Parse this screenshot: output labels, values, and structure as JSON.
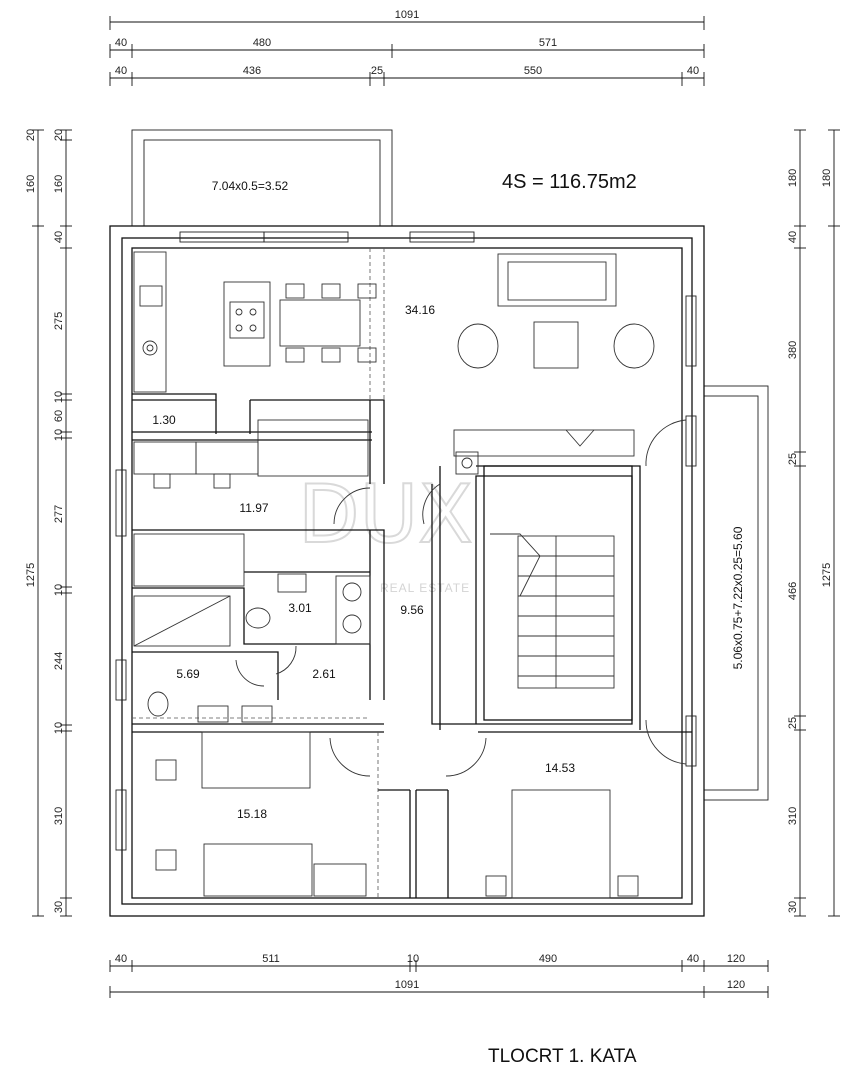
{
  "title": "TLOCRT 1. KATA",
  "total_area": "4S = 116.75m2",
  "watermark": {
    "logo": "DUX",
    "tagline": "REAL ESTATE"
  },
  "balcony_top": "7.04x0.5=3.52",
  "balcony_right": "5.06x0.75+7.22x0.25=5.60",
  "rooms": {
    "living": "34.16",
    "wc_small": "1.30",
    "room_middle": "11.97",
    "bathroom": "3.01",
    "hall": "9.56",
    "laundry": "5.69",
    "closet": "2.61",
    "bedroom_left": "15.18",
    "bedroom_right": "14.53"
  },
  "dims_top": {
    "overall": "1091",
    "row2": [
      "40",
      "480",
      "571"
    ],
    "row3": [
      "40",
      "436",
      "25",
      "550",
      "40"
    ]
  },
  "dims_left": {
    "outer": [
      "160",
      "1275"
    ],
    "inner": [
      "20",
      "160",
      "40",
      "275",
      "10",
      "60",
      "10",
      "277",
      "10",
      "244",
      "10",
      "310",
      "30"
    ],
    "far": [
      "20",
      "160"
    ]
  },
  "dims_right": {
    "inner": [
      "180",
      "40",
      "380",
      "25",
      "466",
      "25",
      "310",
      "30"
    ],
    "outer": [
      "180",
      "1275"
    ]
  },
  "dims_bottom": {
    "row1": [
      "40",
      "511",
      "10",
      "490",
      "40",
      "120"
    ],
    "row2": [
      "1091",
      "120"
    ]
  }
}
